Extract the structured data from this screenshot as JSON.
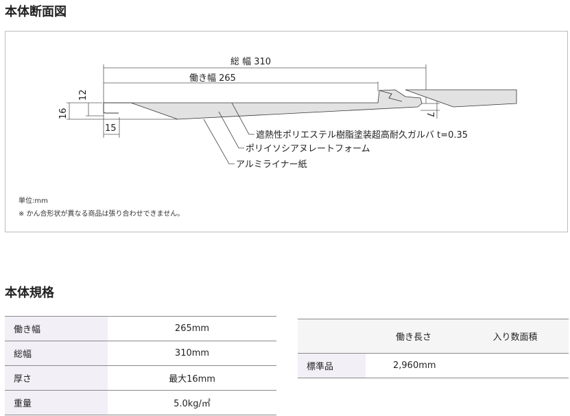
{
  "section_cross": {
    "title": "本体断面図"
  },
  "diagram": {
    "total_width_label": "総 幅 310",
    "working_width_label": "働き幅 265",
    "dim_16": "16",
    "dim_12": "12",
    "dim_15": "15",
    "dim_7": "7",
    "layer1": "遮熱性ポリエステル樹脂塗装超高耐久ガルバ t=0.35",
    "layer2": "ポリイソシアヌレートフォーム",
    "layer3": "アルミライナー紙",
    "unit": "単位:mm",
    "note": "※ かん合形状が異なる商品は張り合わせできません。"
  },
  "section_spec": {
    "title": "本体規格"
  },
  "spec_table": [
    {
      "label": "働き幅",
      "value": "265mm"
    },
    {
      "label": "総幅",
      "value": "310mm"
    },
    {
      "label": "厚さ",
      "value": "最大16mm"
    },
    {
      "label": "重量",
      "value": "5.0kg/㎡"
    }
  ],
  "length_table": {
    "headers": [
      "",
      "働き長さ",
      "入り数面積"
    ],
    "rows": [
      {
        "label": "標準品",
        "length": "2,960mm",
        "area": ""
      }
    ]
  }
}
